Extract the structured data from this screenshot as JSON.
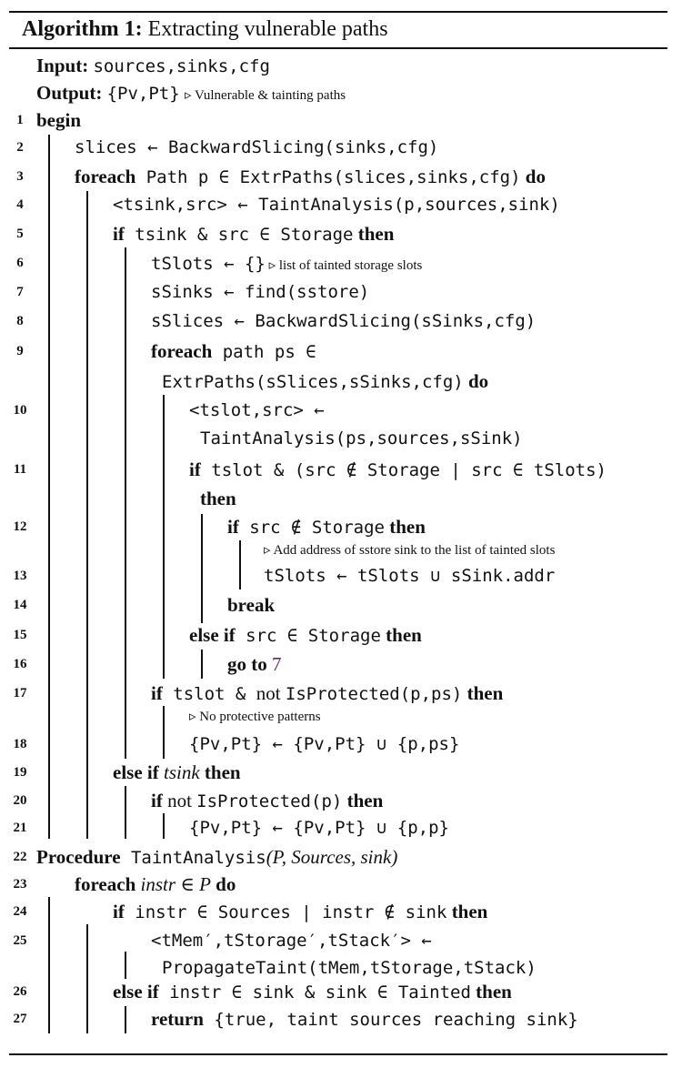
{
  "title": {
    "label": "Algorithm 1:",
    "text": "Extracting vulnerable paths"
  },
  "header": {
    "input_kw": "Input:",
    "input_val": "sources,sinks,cfg",
    "output_kw": "Output:",
    "output_val": "{Pv,Pt}",
    "output_comment": "▹ Vulnerable & tainting paths"
  },
  "lines": {
    "l1": {
      "num": "1",
      "kw": "begin"
    },
    "l2": {
      "num": "2",
      "code": "slices ← BackwardSlicing(sinks,cfg)"
    },
    "l3": {
      "num": "3",
      "kw1": "foreach",
      "pre": " Path ",
      "code": "p ∈ ExtrPaths(slices,sinks,cfg)",
      "kw2": " do"
    },
    "l4": {
      "num": "4",
      "code": "<tsink,src> ← TaintAnalysis(p,sources,sink)"
    },
    "l5": {
      "num": "5",
      "kw1": "if",
      "code": " tsink & src ∈ Storage",
      "kw2": " then"
    },
    "l6": {
      "num": "6",
      "code": "tSlots ← {}",
      "cmt": " ▹ list of tainted storage slots"
    },
    "l7": {
      "num": "7",
      "code": "sSinks ← find(sstore)"
    },
    "l8": {
      "num": "8",
      "code": "sSlices ← BackwardSlicing(sSinks,cfg)"
    },
    "l9": {
      "num": "9",
      "kw1": "foreach",
      "pre": " path ",
      "code": "ps ∈"
    },
    "l9b": {
      "code": "ExtrPaths(sSlices,sSinks,cfg)",
      "kw2": " do"
    },
    "l10": {
      "num": "10",
      "code": "<tslot,src> ←"
    },
    "l10b": {
      "code": "TaintAnalysis(ps,sources,sSink)"
    },
    "l11": {
      "num": "11",
      "kw1": "if",
      "code": " tslot & (src ∉ Storage | src ∈ tSlots)"
    },
    "l11b": {
      "kw2": "then"
    },
    "l12": {
      "num": "12",
      "kw1": "if",
      "code": " src ∉ Storage",
      "kw2": " then"
    },
    "l12c": {
      "cmt": "▹ Add address of sstore sink to the list of tainted slots"
    },
    "l13": {
      "num": "13",
      "code": "tSlots ← tSlots ∪ sSink.addr"
    },
    "l14": {
      "num": "14",
      "kw": "break"
    },
    "l15": {
      "num": "15",
      "kw1": "else if",
      "code": " src ∈ Storage",
      "kw2": " then"
    },
    "l16": {
      "num": "16",
      "kw": "go to",
      "ref": " 7"
    },
    "l17": {
      "num": "17",
      "kw1": "if",
      "code": " tslot & ",
      "pre": "not ",
      "code2": "IsProtected(p,ps)",
      "kw2": " then"
    },
    "l17c": {
      "cmt": "▹ No protective patterns"
    },
    "l18": {
      "num": "18",
      "code": "{Pv,Pt} ← {Pv,Pt} ∪ {p,ps}"
    },
    "l19": {
      "num": "19",
      "kw1": "else if",
      "it": " tsink",
      "kw2": " then"
    },
    "l20": {
      "num": "20",
      "kw1": "if",
      "pre": " not ",
      "code": "IsProtected(p)",
      "kw2": " then"
    },
    "l21": {
      "num": "21",
      "code": "{Pv,Pt} ← {Pv,Pt} ∪ {p,p}"
    },
    "l22": {
      "num": "22",
      "kw1": "Procedure",
      "code": " TaintAnalysis",
      "it": "(P, Sources, sink)"
    },
    "l23": {
      "num": "23",
      "kw1": "foreach",
      "it": " instr ∈ P",
      "kw2": " do"
    },
    "l24": {
      "num": "24",
      "kw1": "if",
      "code": " instr ∈ Sources | instr ∉ sink",
      "kw2": " then"
    },
    "l25": {
      "num": "25",
      "code": "<tMem′,tStorage′,tStack′> ←"
    },
    "l25b": {
      "code": "PropagateTaint(tMem,tStorage,tStack)"
    },
    "l26": {
      "num": "26",
      "kw1": "else if",
      "code": " instr ∈ sink & sink ∈ Tainted",
      "kw2": " then"
    },
    "l27": {
      "num": "27",
      "kw1": "return",
      "code": " {true, taint sources reaching sink}"
    }
  }
}
